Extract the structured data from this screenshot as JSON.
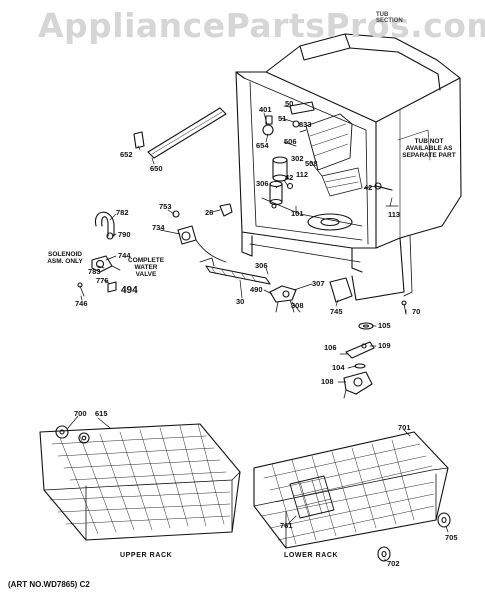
{
  "watermark": "AppliancePartsPros.com",
  "tub_tag": [
    "TUB",
    "SECTION"
  ],
  "notes": {
    "tub": [
      "TUB NOT",
      "AVAILABLE AS",
      "SEPARATE PART"
    ],
    "solenoid": [
      "SOLENOID",
      "ASM. ONLY"
    ],
    "water_valve": [
      "COMPLETE",
      "WATER",
      "VALVE"
    ]
  },
  "captions": {
    "upper_rack": "UPPER RACK",
    "lower_rack": "LOWER RACK"
  },
  "art_number": "(ART NO.WD7865) C2",
  "parts": [
    "50",
    "401",
    "51",
    "833",
    "652",
    "650",
    "654",
    "506",
    "302",
    "508",
    "112",
    "42",
    "306",
    "101",
    "42",
    "113",
    "753",
    "26",
    "734",
    "782",
    "790",
    "744",
    "783",
    "776",
    "494",
    "746",
    "30",
    "490",
    "306",
    "307",
    "308",
    "745",
    "70",
    "105",
    "106",
    "109",
    "104",
    "108",
    "700",
    "615",
    "701",
    "761",
    "705",
    "702"
  ]
}
